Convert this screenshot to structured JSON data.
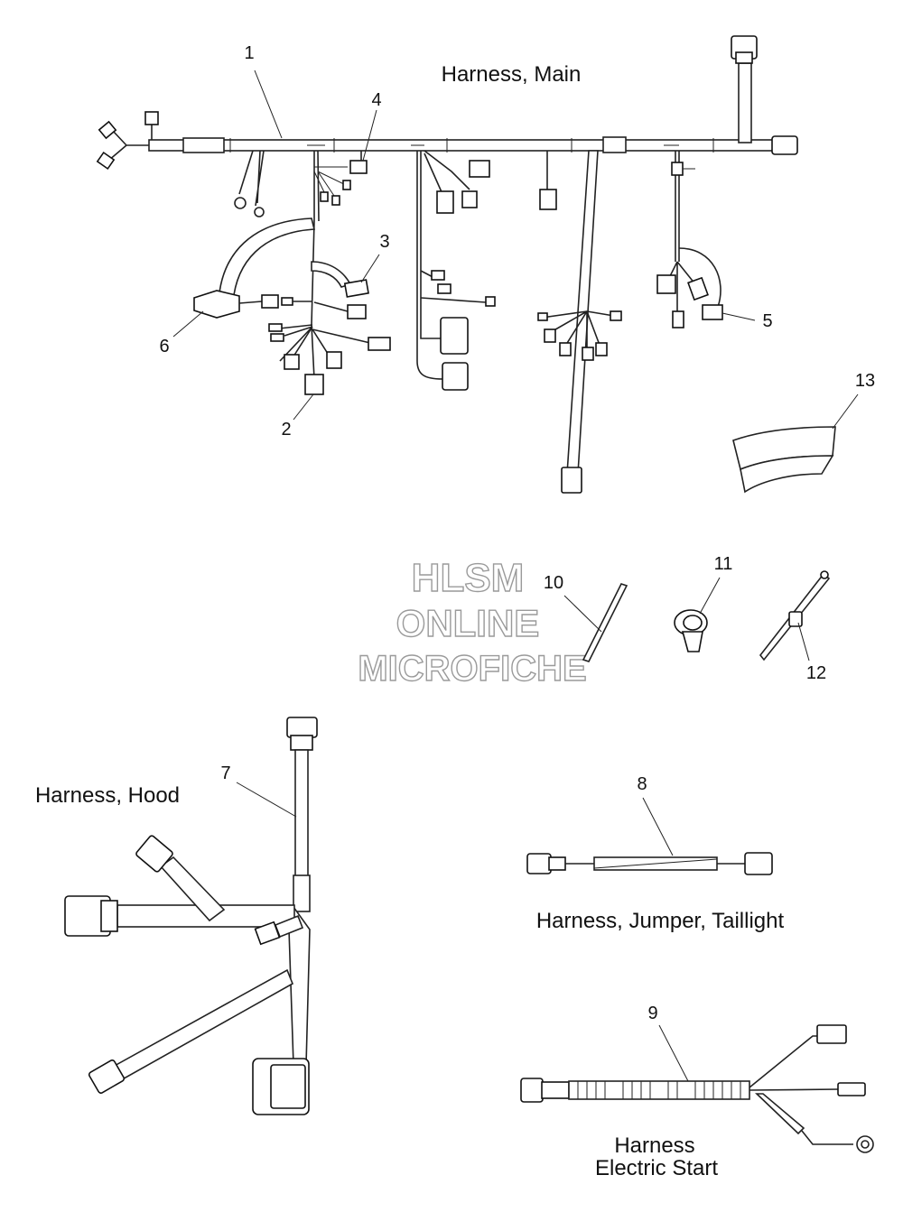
{
  "watermark": {
    "line1": "HLSM",
    "line2": "ONLINE",
    "line3": "MICROFICHE"
  },
  "captions": {
    "main": "Harness, Main",
    "hood": "Harness, Hood",
    "jumper": "Harness, Jumper, Taillight",
    "electric_line1": "Harness",
    "electric_line2": "Electric Start"
  },
  "callouts": {
    "c1": "1",
    "c2": "2",
    "c3": "3",
    "c4": "4",
    "c5": "5",
    "c6": "6",
    "c7": "7",
    "c8": "8",
    "c9": "9",
    "c10": "10",
    "c11": "11",
    "c12": "12",
    "c13": "13"
  }
}
